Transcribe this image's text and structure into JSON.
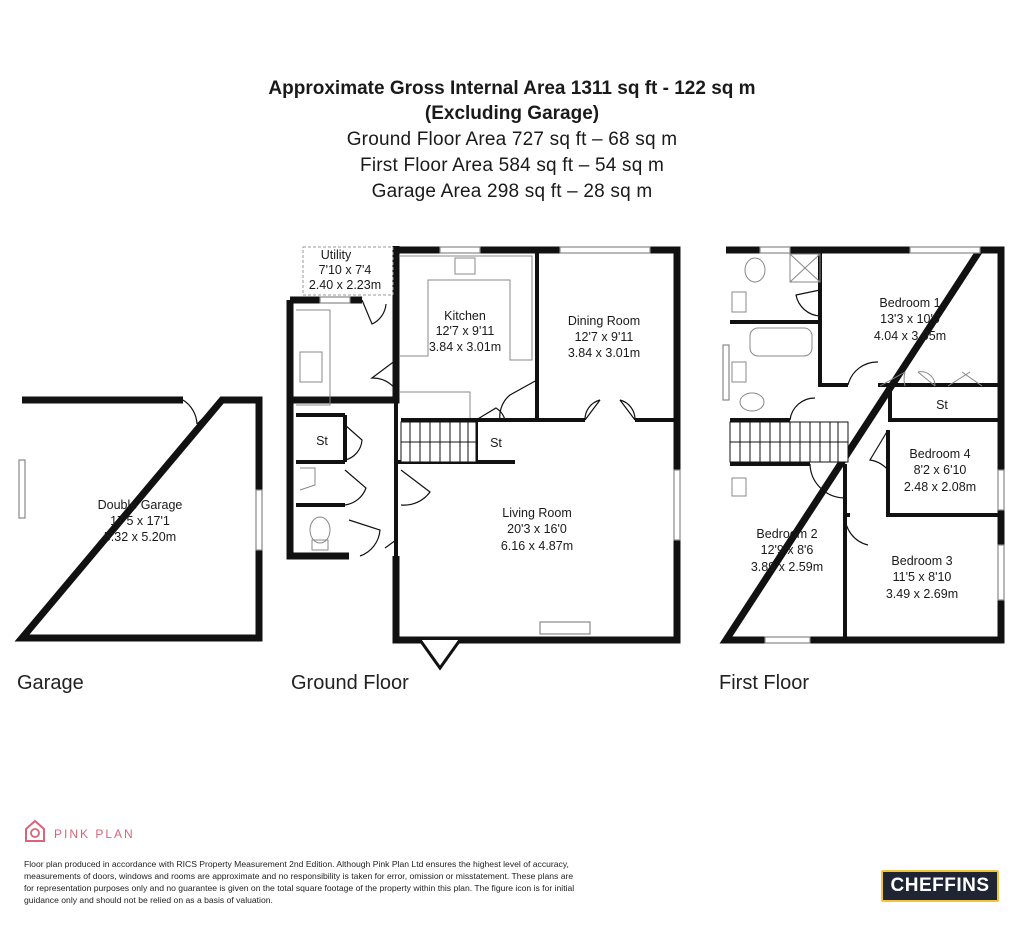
{
  "header": {
    "line1": "Approximate Gross Internal Area 1311 sq ft - 122 sq m",
    "line2": "(Excluding Garage)",
    "line3": "Ground Floor Area 727 sq ft – 68 sq m",
    "line4": "First Floor Area 584 sq ft – 54 sq m",
    "line5": "Garage Area 298 sq ft – 28 sq m"
  },
  "floor_labels": {
    "garage": "Garage",
    "ground": "Ground Floor",
    "first": "First Floor"
  },
  "rooms": {
    "double_garage": {
      "name": "Double Garage",
      "imperial": "17'5 x 17'1",
      "metric": "5.32 x 5.20m"
    },
    "utility": {
      "name": "Utility",
      "imperial": "7'10 x 7'4",
      "metric": "2.40 x 2.23m"
    },
    "kitchen": {
      "name": "Kitchen",
      "imperial": "12'7 x 9'11",
      "metric": "3.84 x 3.01m"
    },
    "dining": {
      "name": "Dining Room",
      "imperial": "12'7 x 9'11",
      "metric": "3.84 x 3.01m"
    },
    "living": {
      "name": "Living Room",
      "imperial": "20'3 x 16'0",
      "metric": "6.16 x 4.87m"
    },
    "bedroom1": {
      "name": "Bedroom 1",
      "imperial": "13'3 x 10'0",
      "metric": "4.04 x 3.05m"
    },
    "bedroom2": {
      "name": "Bedroom 2",
      "imperial": "12'9 x 8'6",
      "metric": "3.89 x 2.59m"
    },
    "bedroom3": {
      "name": "Bedroom 3",
      "imperial": "11'5 x 8'10",
      "metric": "3.49 x 2.69m"
    },
    "bedroom4": {
      "name": "Bedroom 4",
      "imperial": "8'2 x 6'10",
      "metric": "2.48 x 2.08m"
    }
  },
  "storage_label": "St",
  "brand": {
    "name": "PINK PLAN",
    "color": "#d9657a",
    "icon": "house-logo-icon"
  },
  "disclaimer": "Floor plan produced in accordance with RICS Property Measurement 2nd Edition. Although Pink Plan Ltd ensures the highest level of accuracy, measurements of doors, windows and rooms are approximate and no responsibility is taken for error, omission or misstatement. These plans are for representation purposes only and no guarantee is given on the total square footage of the property within this plan. The figure icon is for initial guidance only and should not be relied on as a basis of valuation.",
  "agent": {
    "name": "CHEFFINS",
    "bg": "#1f2532",
    "accent": "#f3c33a"
  },
  "colors": {
    "wall": "#111111",
    "fixture": "#888888"
  }
}
